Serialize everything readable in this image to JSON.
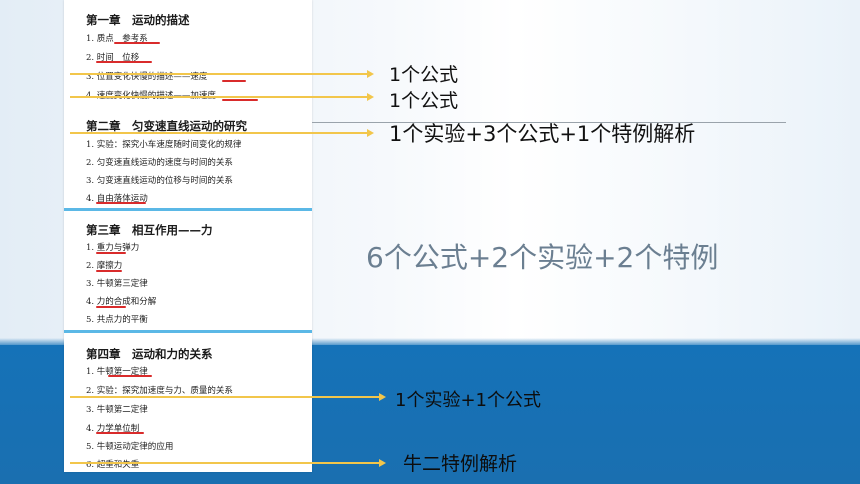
{
  "chapters": [
    {
      "title": "第一章　运动的描述",
      "items": [
        "1. 质点　参考系",
        "2. 时间　位移",
        "3. 位置变化快慢的描述——速度",
        "4. 速度变化快慢的描述——加速度"
      ]
    },
    {
      "title": "第二章　匀变速直线运动的研究",
      "items": [
        "1. 实验：探究小车速度随时间变化的规律",
        "2. 匀变速直线运动的速度与时间的关系",
        "3. 匀变速直线运动的位移与时间的关系",
        "4. 自由落体运动"
      ]
    },
    {
      "title": "第三章　相互作用——力",
      "items": [
        "1. 重力与弹力",
        "2. 摩擦力",
        "3. 牛顿第三定律",
        "4. 力的合成和分解",
        "5. 共点力的平衡"
      ]
    },
    {
      "title": "第四章　运动和力的关系",
      "items": [
        "1. 牛顿第一定律",
        "2. 实验：探究加速度与力、质量的关系",
        "3. 牛顿第二定律",
        "4. 力学单位制",
        "5. 牛顿运动定律的应用",
        "6. 超重和失重"
      ]
    }
  ],
  "annotations": {
    "speed": "1个公式",
    "acceleration": "1个公式",
    "chapter2": "1个实验+3个公式+1个特例解析",
    "chapter4_experiment": "1个实验+1个公式",
    "chapter4_special": "牛二特例解析"
  },
  "summary": "6个公式+2个实验+2个特例",
  "colors": {
    "underline": "#d92b2b",
    "arrow": "#f2c64b",
    "separator": "#5bb8e6",
    "bottom_band": "#1572b8",
    "summary_text": "#6b7f91"
  }
}
